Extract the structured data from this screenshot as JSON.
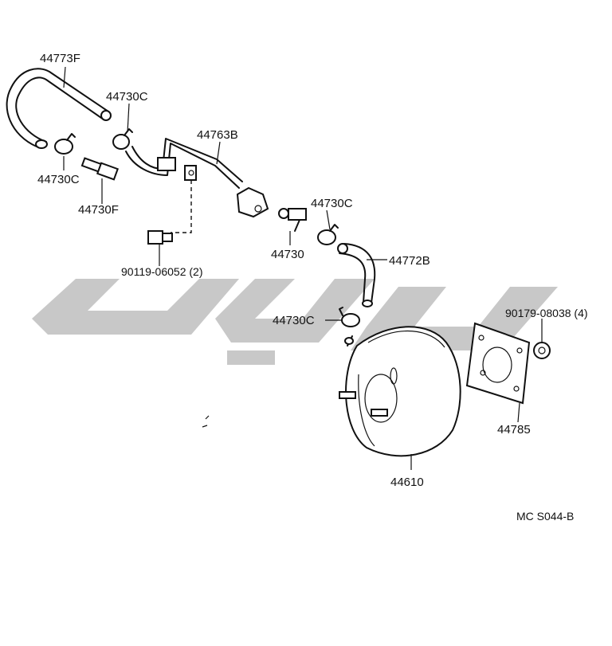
{
  "diagram": {
    "labels": {
      "l_44773f": "44773F",
      "l_44730c_top": "44730C",
      "l_44763b": "44763B",
      "l_44730c_left": "44730C",
      "l_44730f": "44730F",
      "l_44730c_mid": "44730C",
      "l_44730": "44730",
      "l_44772b": "44772B",
      "l_90119": "90119-06052 (2)",
      "l_44730c_low": "44730C",
      "l_90179": "90179-08038 (4)",
      "l_44785": "44785",
      "l_44610": "44610",
      "l_ref": "MC  S044-B"
    }
  }
}
